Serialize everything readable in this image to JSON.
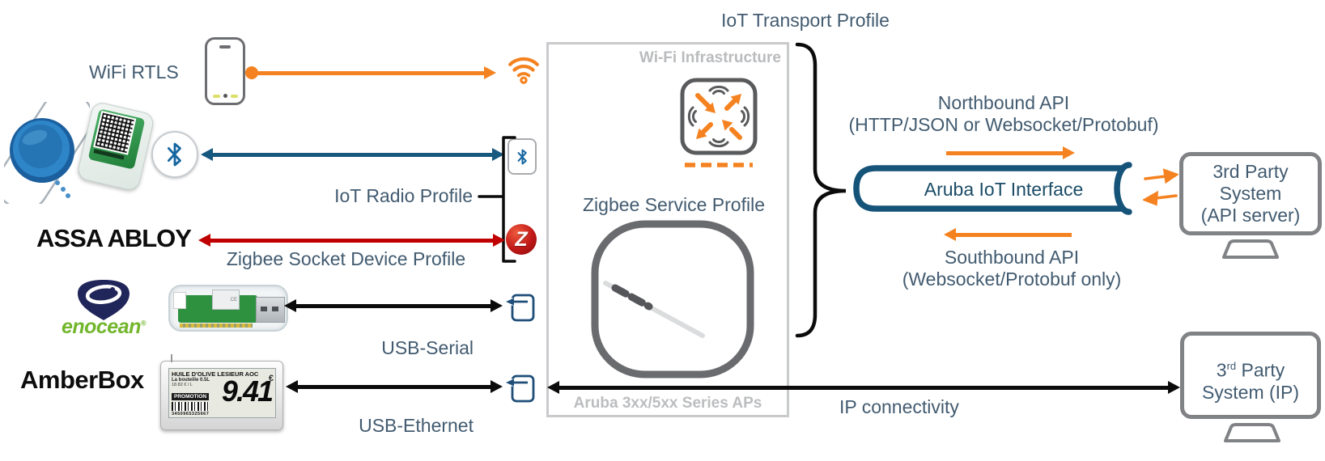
{
  "title": "IoT Transport Profile",
  "left": {
    "wifi_rtls": "WiFi RTLS",
    "assa_abloy": "ASSA ABLOY",
    "amberbox": "AmberBox",
    "enocean": "enocean",
    "enocean_reg": "®"
  },
  "profiles": {
    "iot_radio": "IoT Radio Profile",
    "zigbee_socket": "Zigbee Socket Device Profile",
    "usb_serial": "USB-Serial",
    "usb_ethernet": "USB-Ethernet"
  },
  "ap_box": {
    "wifi_infrastructure": "Wi-Fi Infrastructure",
    "zigbee_service": "Zigbee Service Profile",
    "caption": "Aruba 3xx/5xx Series APs"
  },
  "api": {
    "northbound_title": "Northbound API",
    "northbound_sub": "(HTTP/JSON or Websocket/Protobuf)",
    "southbound_title": "Southbound API",
    "southbound_sub": "(Websocket/Protobuf only)",
    "interface": "Aruba IoT Interface",
    "ip_connectivity": "IP connectivity"
  },
  "systems": {
    "api_server_line1": "3rd Party",
    "api_server_line2": "System",
    "api_server_line3": "(API server)",
    "ip_line1_num": "3",
    "ip_line1_sup": "rd",
    "ip_line1_rest": " Party",
    "ip_line2": "System (IP)"
  },
  "shelf_label": {
    "header": "HUILE D'OLIVE LESIEUR AOC",
    "line1": "La bouteille 0.5L",
    "line2": "18.82 € / L",
    "promo": "PROMOTION",
    "barcode_digits": "3450965325667",
    "price": "9.41",
    "currency": "€"
  },
  "dongle": {
    "marking": "CE"
  },
  "colors": {
    "orange": "#F58220",
    "slate_text": "#425B70",
    "navy_pipe": "#155379",
    "blue_arrow": "#17587F",
    "red_arrow": "#C00000",
    "gray_box": "#C9CACC",
    "gray_icon": "#595A5C",
    "light_gray_text": "#B9BBBD"
  }
}
